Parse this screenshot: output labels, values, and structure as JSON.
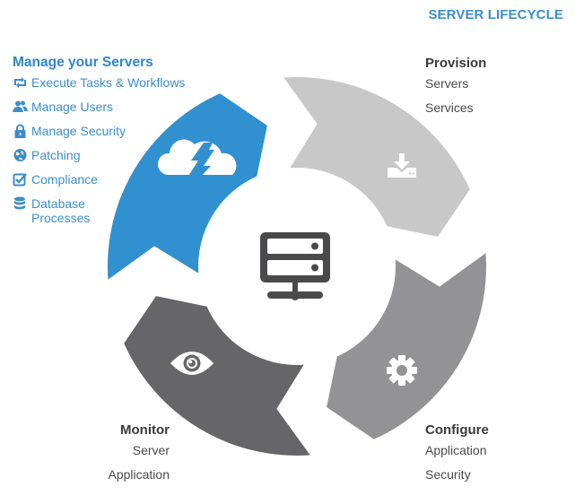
{
  "title": "SERVER LIFECYCLE",
  "manage": {
    "heading": "Manage your Servers",
    "items": [
      {
        "icon": "retweet-icon",
        "label": "Execute Tasks & Workflows"
      },
      {
        "icon": "users-icon",
        "label": "Manage Users"
      },
      {
        "icon": "lock-icon",
        "label": "Manage Security"
      },
      {
        "icon": "globe-icon",
        "label": "Patching"
      },
      {
        "icon": "checkbox-icon",
        "label": "Compliance"
      },
      {
        "icon": "database-icon",
        "label": "Database",
        "label2": "Processes"
      }
    ]
  },
  "stages": {
    "provision": {
      "title": "Provision",
      "items": [
        "Servers",
        "Services"
      ],
      "icon": "download-icon",
      "color": "#c8c8c8"
    },
    "configure": {
      "title": "Configure",
      "items": [
        "Application",
        "Security"
      ],
      "icon": "gear-icon",
      "color": "#939395"
    },
    "monitor": {
      "title": "Monitor",
      "items": [
        "Server",
        "Application"
      ],
      "icon": "eye-icon",
      "color": "#666668"
    },
    "manage": {
      "icon": "cloud-lightning-icon",
      "color": "#3090d0"
    }
  },
  "center": {
    "icon": "server-icon",
    "color": "#4a4a4c"
  },
  "colors": {
    "accent": "#3b8ec8",
    "text_dark": "#3a3a3a"
  }
}
